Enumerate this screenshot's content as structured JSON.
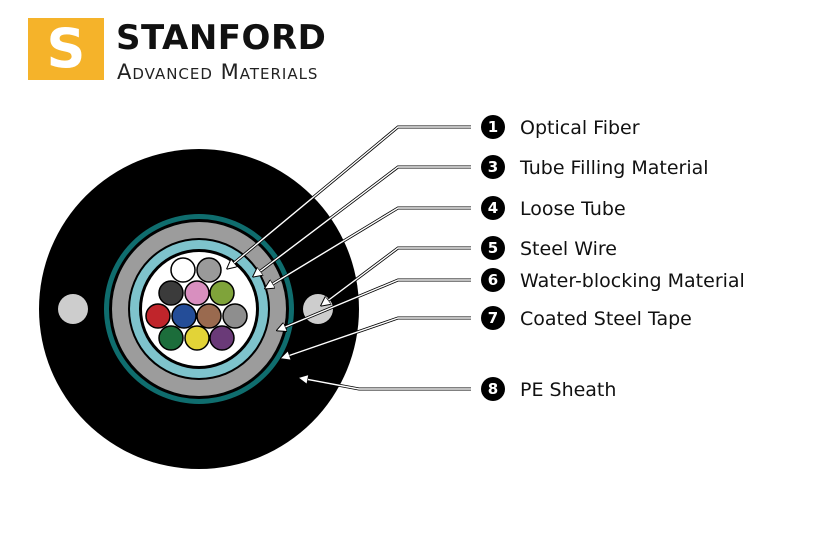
{
  "brand": {
    "initial": "S",
    "name": "STANFORD",
    "subtitle": "Advanced Materials"
  },
  "labels": [
    {
      "num": "1",
      "text": "Optical Fiber"
    },
    {
      "num": "3",
      "text": "Tube Filling Material"
    },
    {
      "num": "4",
      "text": "Loose Tube"
    },
    {
      "num": "5",
      "text": "Steel Wire"
    },
    {
      "num": "6",
      "text": "Water-blocking Material"
    },
    {
      "num": "7",
      "text": "Coated Steel Tape"
    },
    {
      "num": "8",
      "text": "PE Sheath"
    }
  ],
  "colors": {
    "logo": "#f5b32a",
    "sheath": "#000000",
    "steel_tape": "#0f6d6e",
    "water_blocking": "#9c9c9c",
    "loose_tube": "#7ec3cc",
    "steel_wire": "#cdcdcd"
  },
  "fibers": [
    {
      "color": "#ffffff"
    },
    {
      "color": "#9a9a9a"
    },
    {
      "color": "#3b3b3b"
    },
    {
      "color": "#d88fbf"
    },
    {
      "color": "#7fa33a"
    },
    {
      "color": "#c0252b"
    },
    {
      "color": "#244d98"
    },
    {
      "color": "#9a6a4f"
    },
    {
      "color": "#8e8e8e"
    },
    {
      "color": "#1c6d3b"
    },
    {
      "color": "#e2d337"
    },
    {
      "color": "#6a3a78"
    }
  ]
}
